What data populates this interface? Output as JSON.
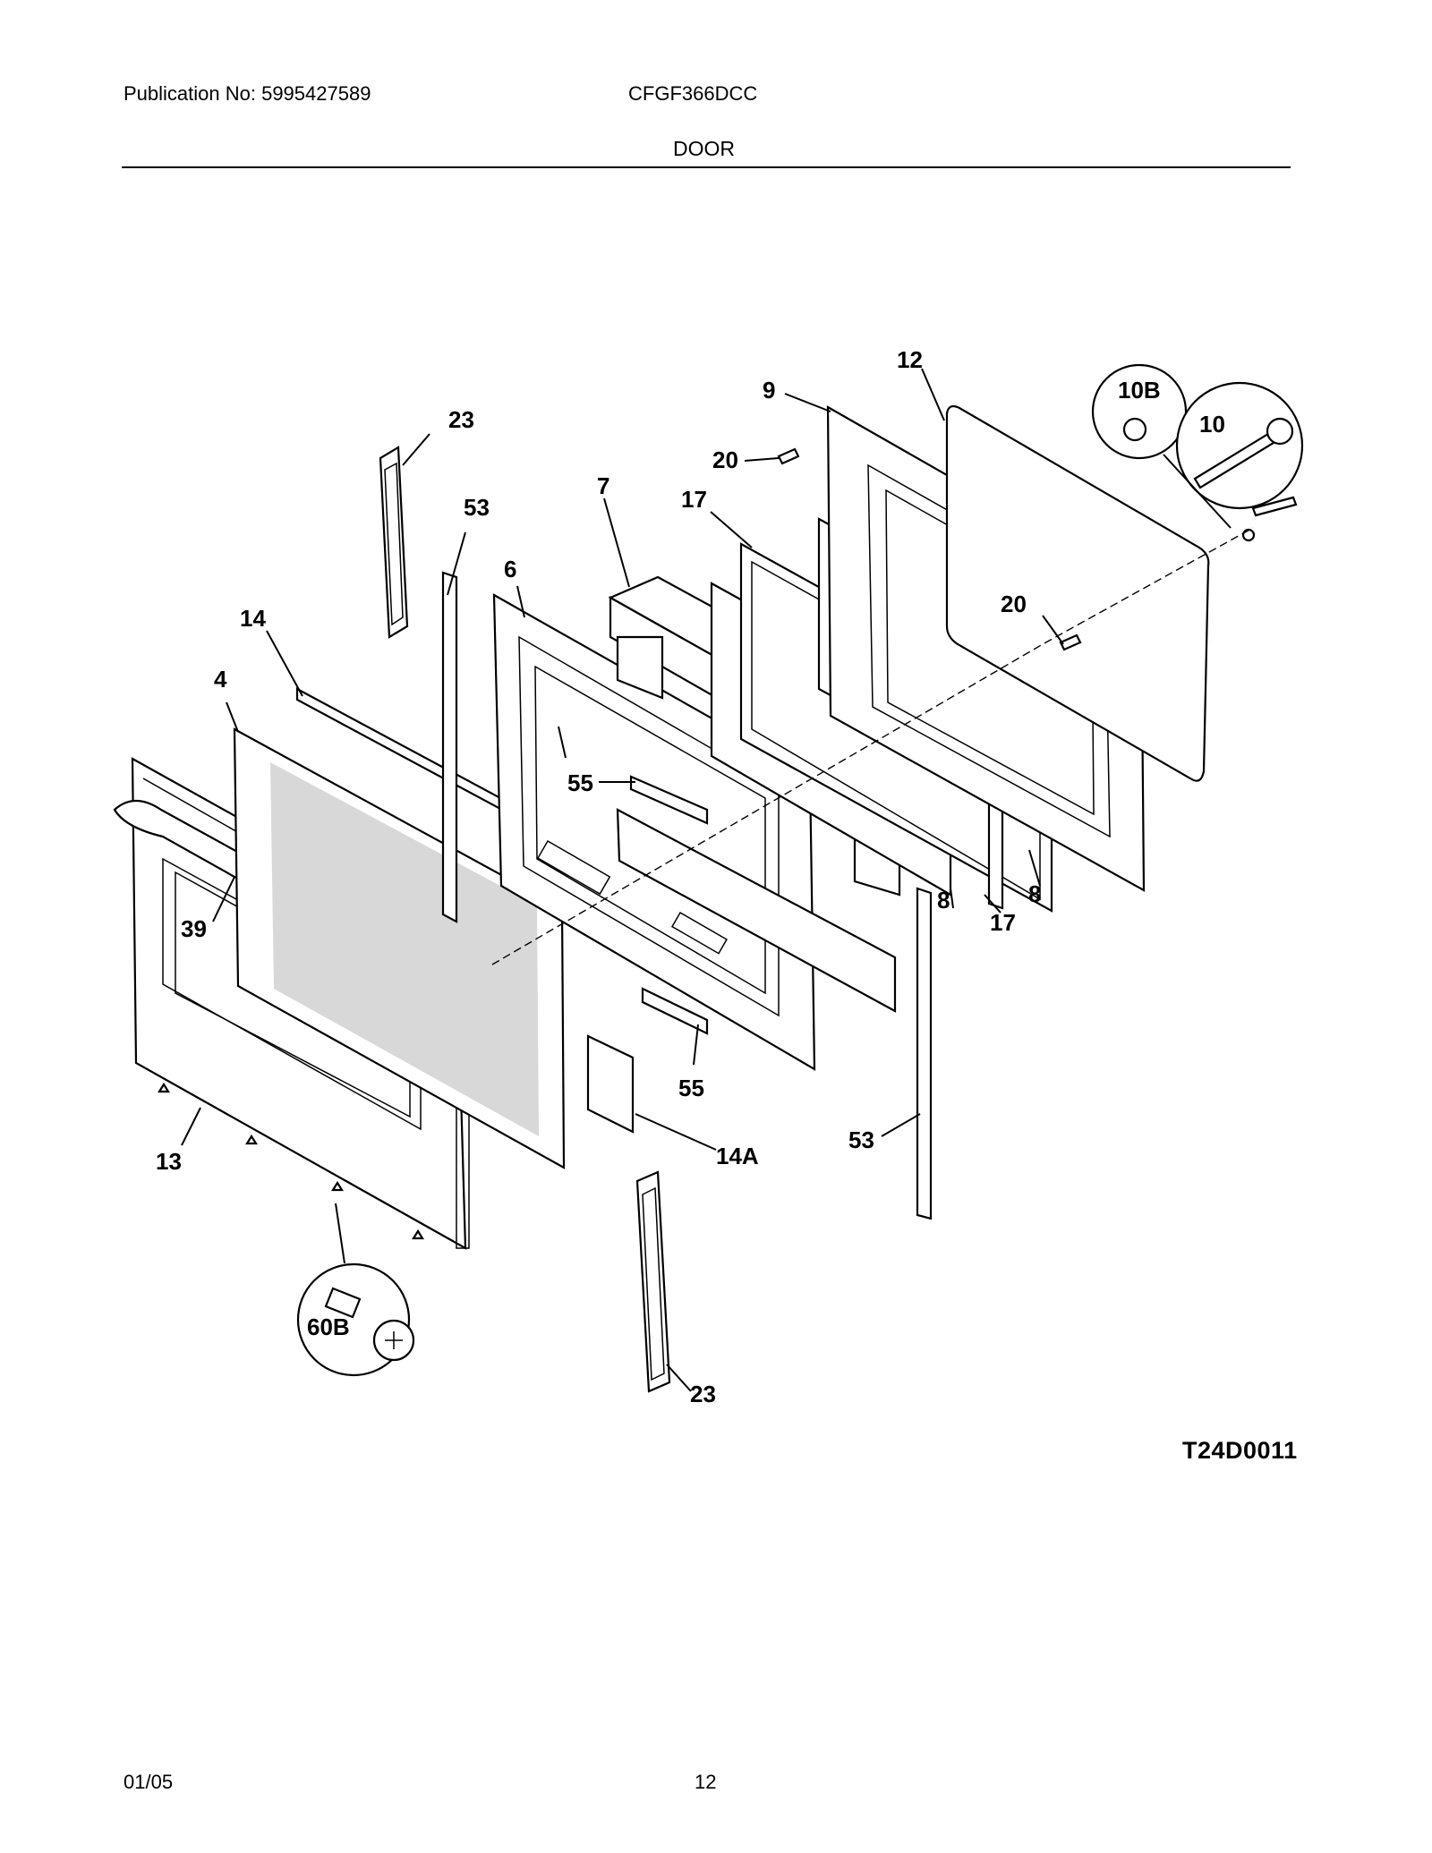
{
  "header": {
    "publication": "Publication No: 5995427589",
    "model": "CFGF366DCC",
    "section_title": "DOOR"
  },
  "diagram": {
    "code": "T24D0011",
    "callouts": {
      "c23_top": "23",
      "c53_left": "53",
      "c14": "14",
      "c4": "4",
      "c6": "6",
      "c7": "7",
      "c17_top": "17",
      "c9": "9",
      "c12": "12",
      "c10B": "10B",
      "c10": "10",
      "c20_top": "20",
      "c20_right": "20",
      "c55_mid": "55",
      "c39": "39",
      "c8_a": "8",
      "c8_b": "8",
      "c17_bottom": "17",
      "c55_bottom": "55",
      "c13": "13",
      "c14A": "14A",
      "c53_right": "53",
      "c60B": "60B",
      "c23_bottom": "23"
    }
  },
  "footer": {
    "date": "01/05",
    "page": "12"
  }
}
